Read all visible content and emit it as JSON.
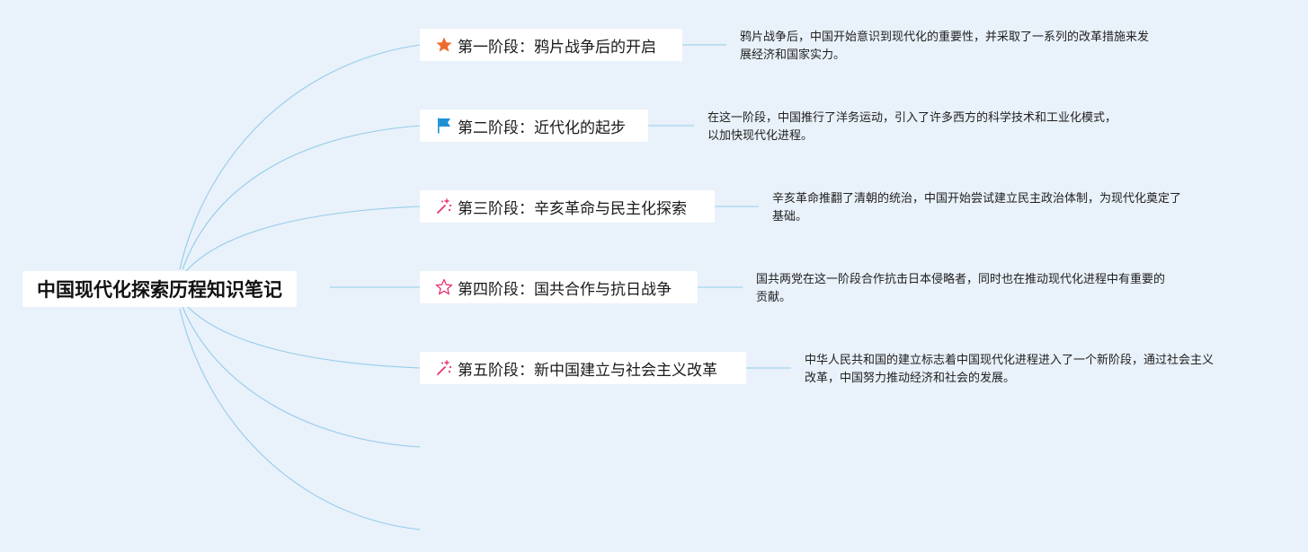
{
  "root": {
    "title": "中国现代化探索历程知识笔记"
  },
  "branches": [
    {
      "label": "第一阶段：鸦片战争后的开启",
      "icon": "star-filled-icon",
      "note_lines": [
        "鸦片战争后，中国开始意识到现代化的重要性，并采取了一系列的改革措施来发",
        "展经济和国家实力。"
      ]
    },
    {
      "label": "第二阶段：近代化的起步",
      "icon": "flag-icon",
      "note_lines": [
        "在这一阶段，中国推行了洋务运动，引入了许多西方的科学技术和工业化模式，",
        "以加快现代化进程。"
      ]
    },
    {
      "label": "第三阶段：辛亥革命与民主化探索",
      "icon": "magic-wand-icon",
      "note_lines": [
        "辛亥革命推翻了清朝的统治，中国开始尝试建立民主政治体制，为现代化奠定了",
        "基础。"
      ]
    },
    {
      "label": "第四阶段：国共合作与抗日战争",
      "icon": "star-outline-icon",
      "note_lines": [
        "国共两党在这一阶段合作抗击日本侵略者，同时也在推动现代化进程中有重要的",
        "贡献。"
      ]
    },
    {
      "label": "第五阶段：新中国建立与社会主义改革",
      "icon": "magic-wand-icon",
      "note_lines": [
        "中华人民共和国的建立标志着中国现代化进程进入了一个新阶段，通过社会主义",
        "改革，中国努力推动经济和社会的发展。"
      ]
    }
  ],
  "colors": {
    "background": "#e9f1fa",
    "connector": "#93cdea",
    "star_filled": "#ef6a2c",
    "flag": "#1e90d6",
    "magic_wand": "#e8336c",
    "star_outline": "#e8336c"
  }
}
